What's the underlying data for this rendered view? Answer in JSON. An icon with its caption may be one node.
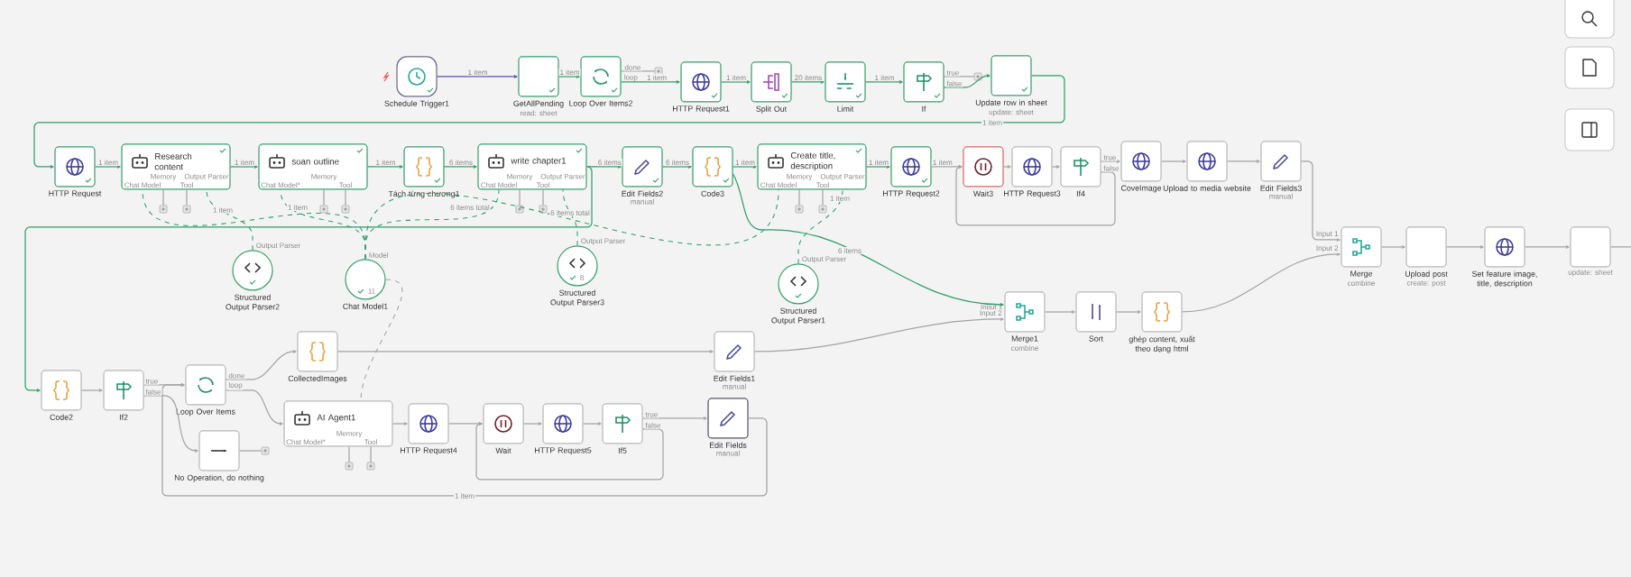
{
  "diagram": {
    "nodes": [
      {
        "text": [
          "Schedule Trigger1"
        ]
      },
      {
        "text": [
          "GetAllPending"
        ],
        "beside": [
          "read: sheet"
        ]
      },
      {
        "text": [
          "Loop Over Items2"
        ]
      },
      {
        "text": [
          "HTTP Request1"
        ]
      },
      {
        "text": [
          "Split Out"
        ]
      },
      {
        "text": [
          "Limit"
        ]
      },
      {
        "text": [
          "If"
        ]
      },
      {
        "text": [
          "Update row in sheet"
        ],
        "beside": [
          "update: sheet"
        ]
      },
      {
        "text": [
          "HTTP Request"
        ]
      },
      {
        "text": [
          "Research content"
        ]
      },
      {
        "text": [
          "soan outline"
        ]
      },
      {
        "text": [
          "Tách từng chương1"
        ]
      },
      {
        "text": [
          "write chapter1"
        ]
      },
      {
        "text": [
          "Edit Fields2"
        ],
        "beside": [
          "manual"
        ]
      },
      {
        "text": [
          "Code3"
        ]
      },
      {
        "text": [
          "Create title, description"
        ]
      },
      {
        "text": [
          "HTTP Request2"
        ]
      },
      {
        "text": [
          "Wait3"
        ]
      },
      {
        "text": [
          "HTTP Request3"
        ]
      },
      {
        "text": [
          "If4"
        ]
      },
      {
        "text": [
          "CoveImage"
        ]
      },
      {
        "text": [
          "Upload to media website"
        ]
      },
      {
        "text": [
          "Edit Fields3"
        ],
        "beside": [
          "manual"
        ]
      },
      {
        "text": [
          "Structured Output Parser2"
        ]
      },
      {
        "text": [
          "Chat Model1"
        ]
      },
      {
        "text": [
          "Structured Output Parser3"
        ]
      },
      {
        "text": [
          "Structured Output Parser1"
        ]
      },
      {
        "text": [
          "Merge"
        ],
        "beside": [
          "combine"
        ]
      },
      {
        "text": [
          "Upload post"
        ],
        "beside": [
          "create: post"
        ]
      },
      {
        "text": [
          "Set feature image, title, description"
        ]
      },
      {
        "text": [],
        "shape": "box",
        "beside": [
          "update: sheet"
        ]
      },
      {
        "text": [
          "CollectedImages"
        ]
      },
      {
        "text": [
          "Edit Fields1"
        ],
        "beside": [
          "manual"
        ]
      },
      {
        "text": [
          "Merge1"
        ],
        "beside": [
          "combine"
        ]
      },
      {
        "text": [
          "Sort"
        ]
      },
      {
        "text": [
          "ghép content, xuất theo dạng html"
        ]
      },
      {
        "text": [
          "Code2"
        ]
      },
      {
        "text": [
          "If2"
        ]
      },
      {
        "text": [
          "Loop Over Items"
        ]
      },
      {
        "text": [
          "AI Agent1"
        ]
      },
      {
        "text": [
          "HTTP Request4"
        ]
      },
      {
        "text": [
          "Wait"
        ]
      },
      {
        "text": [
          "HTTP Request5"
        ]
      },
      {
        "text": [
          "If5"
        ]
      },
      {
        "text": [
          "Edit Fields"
        ],
        "beside": [
          "manual"
        ]
      },
      {
        "text": [
          "No Operation, do nothing"
        ]
      },
      {
        "text": [],
        "shape": "box"
      },
      {
        "text": [],
        "shape": "box"
      },
      {
        "text": [],
        "shape": "box"
      },
      {
        "text": [],
        "shape": "box"
      },
      {
        "text": [],
        "shape": "box"
      },
      {
        "text": [],
        "shape": "box"
      },
      {
        "text": [],
        "shape": "box"
      },
      {
        "text": [],
        "shape": "box"
      },
      {
        "text": [],
        "shape": "box"
      },
      {
        "text": [],
        "shape": "box"
      },
      {
        "text": [],
        "shape": "box"
      },
      {
        "text": [],
        "shape": "box"
      },
      {
        "text": [],
        "shape": "box"
      }
    ],
    "edges": [
      {
        "from": 0,
        "to": 1,
        "arrow": "to",
        "label": "1 item",
        "color": "#5a4fb0"
      },
      {
        "from": 1,
        "to": 2,
        "arrow": "to",
        "label": "1 item",
        "color": "#2e9e6b"
      },
      {
        "from": 2,
        "to": 3,
        "arrow": "to",
        "label": "1 item",
        "color": "#2e9e6b"
      },
      {
        "from": 3,
        "to": 4,
        "arrow": "to",
        "label": "1 item",
        "color": "#2e9e6b"
      },
      {
        "from": 4,
        "to": 5,
        "arrow": "to",
        "label": "20 items",
        "color": "#2e9e6b"
      },
      {
        "from": 5,
        "to": 6,
        "arrow": "to",
        "label": "1 item",
        "color": "#2e9e6b"
      },
      {
        "from": 6,
        "to": 7,
        "arrow": "to",
        "label": "false",
        "color": "#2e9e6b"
      },
      {
        "from": 7,
        "to": 8,
        "arrow": "to",
        "label": "1 item",
        "color": "#2e9e6b"
      },
      {
        "from": 8,
        "to": 9,
        "arrow": "to",
        "label": "1 item",
        "color": "#2e9e6b"
      },
      {
        "from": 9,
        "to": 10,
        "arrow": "to",
        "label": "1 item",
        "color": "#2e9e6b"
      },
      {
        "from": 10,
        "to": 11,
        "arrow": "to",
        "label": "1 item",
        "color": "#2e9e6b"
      },
      {
        "from": 11,
        "to": 12,
        "arrow": "to",
        "label": "6 items",
        "color": "#2e9e6b"
      },
      {
        "from": 12,
        "to": 13,
        "arrow": "to",
        "label": "6 items",
        "color": "#2e9e6b"
      },
      {
        "from": 13,
        "to": 14,
        "arrow": "to",
        "label": "6 items",
        "color": "#2e9e6b"
      },
      {
        "from": 14,
        "to": 15,
        "arrow": "to",
        "label": "1 item",
        "color": "#2e9e6b"
      },
      {
        "from": 15,
        "to": 16,
        "arrow": "to",
        "label": "1 item",
        "color": "#2e9e6b"
      },
      {
        "from": 16,
        "to": 17,
        "arrow": "to",
        "label": "1 item"
      },
      {
        "from": 17,
        "to": 18,
        "arrow": "to"
      },
      {
        "from": 18,
        "to": 19,
        "arrow": "to"
      },
      {
        "from": 19,
        "to": 20,
        "arrow": "to",
        "label": "true"
      },
      {
        "from": 19,
        "to": 17,
        "arrow": "to",
        "label": "false"
      },
      {
        "from": 20,
        "to": 21,
        "arrow": "to"
      },
      {
        "from": 21,
        "to": 22,
        "arrow": "to"
      },
      {
        "from": 22,
        "to": 27,
        "arrow": "to",
        "label": "Input 1"
      },
      {
        "from": 14,
        "to": 33,
        "arrow": "to",
        "label": "6 items",
        "color": "#2e9e6b"
      },
      {
        "from": 12,
        "to": 36,
        "arrow": "to",
        "color": "#2e9e6b"
      },
      {
        "from": 24,
        "to": 9,
        "arrow": "none",
        "style": "dashed",
        "color": "#2e9e6b"
      },
      {
        "from": 24,
        "to": 10,
        "arrow": "none",
        "label": "1 item",
        "style": "dashed",
        "color": "#2e9e6b"
      },
      {
        "from": 24,
        "to": 12,
        "arrow": "none",
        "label": "6 items total",
        "style": "dashed",
        "color": "#2e9e6b"
      },
      {
        "from": 24,
        "to": 15,
        "arrow": "none",
        "style": "dashed",
        "color": "#2e9e6b"
      },
      {
        "from": 24,
        "to": 39,
        "arrow": "none",
        "style": "dashed"
      },
      {
        "from": 23,
        "to": 9,
        "arrow": "none",
        "label": "1 item",
        "style": "dashed",
        "color": "#2e9e6b"
      },
      {
        "from": 25,
        "to": 12,
        "arrow": "none",
        "label": "6 items total",
        "style": "dashed",
        "color": "#2e9e6b"
      },
      {
        "from": 26,
        "to": 15,
        "arrow": "none",
        "label": "1 item",
        "style": "dashed",
        "color": "#2e9e6b"
      },
      {
        "from": 36,
        "to": 37,
        "arrow": "to"
      },
      {
        "from": 37,
        "to": 38,
        "arrow": "to",
        "label": "true"
      },
      {
        "from": 37,
        "to": 45,
        "arrow": "to",
        "label": "false"
      },
      {
        "from": 38,
        "to": 31,
        "arrow": "to",
        "label": "done"
      },
      {
        "from": 38,
        "to": 39,
        "arrow": "to",
        "label": "loop"
      },
      {
        "from": 39,
        "to": 40,
        "arrow": "to"
      },
      {
        "from": 40,
        "to": 41,
        "arrow": "to"
      },
      {
        "from": 41,
        "to": 42,
        "arrow": "to"
      },
      {
        "from": 42,
        "to": 43,
        "arrow": "to"
      },
      {
        "from": 43,
        "to": 44,
        "arrow": "to",
        "label": "true"
      },
      {
        "from": 43,
        "to": 41,
        "arrow": "to",
        "label": "false"
      },
      {
        "from": 44,
        "to": 38,
        "arrow": "to",
        "label": "1 item"
      },
      {
        "from": 31,
        "to": 32,
        "arrow": "to"
      },
      {
        "from": 32,
        "to": 33,
        "arrow": "to",
        "label": "Input 2"
      },
      {
        "from": 33,
        "to": 34,
        "arrow": "to"
      },
      {
        "from": 34,
        "to": 35,
        "arrow": "to"
      },
      {
        "from": 35,
        "to": 27,
        "arrow": "to",
        "label": "Input 2"
      },
      {
        "from": 27,
        "to": 28,
        "arrow": "to"
      },
      {
        "from": 28,
        "to": 29,
        "arrow": "to"
      },
      {
        "from": 29,
        "to": 30,
        "arrow": "to"
      },
      {
        "from": 30,
        "to": null,
        "arrow": "none"
      },
      {
        "from": 2,
        "to": 46,
        "arrow": "none",
        "label": "done"
      },
      {
        "from": 6,
        "to": 47,
        "arrow": "none",
        "label": "true"
      },
      {
        "from": 9,
        "to": 48,
        "arrow": "none"
      },
      {
        "from": 9,
        "to": 49,
        "arrow": "none"
      },
      {
        "from": 10,
        "to": 50,
        "arrow": "none"
      },
      {
        "from": 10,
        "to": 51,
        "arrow": "none"
      },
      {
        "from": 12,
        "to": 52,
        "arrow": "none"
      },
      {
        "from": 12,
        "to": 53,
        "arrow": "none"
      },
      {
        "from": 15,
        "to": 54,
        "arrow": "none"
      },
      {
        "from": 15,
        "to": 55,
        "arrow": "none"
      },
      {
        "from": 45,
        "to": 56,
        "arrow": "none"
      },
      {
        "from": 39,
        "to": 57,
        "arrow": "none"
      },
      {
        "from": 39,
        "to": 58,
        "arrow": "none"
      }
    ],
    "labels": [
      "loop",
      "Chat Model",
      "Memory",
      "Tool",
      "Output Parser",
      "Chat Model*",
      "Memory",
      "Tool",
      "Chat Model",
      "Memory",
      "Tool",
      "Output Parser",
      "Chat Model",
      "Memory",
      "Tool",
      "Output Parser",
      "Output Parser",
      "Model",
      "11",
      "Output Parser",
      "8",
      "Output Parser",
      "Input 1",
      "Chat Model*",
      "Memory",
      "Tool"
    ]
  }
}
